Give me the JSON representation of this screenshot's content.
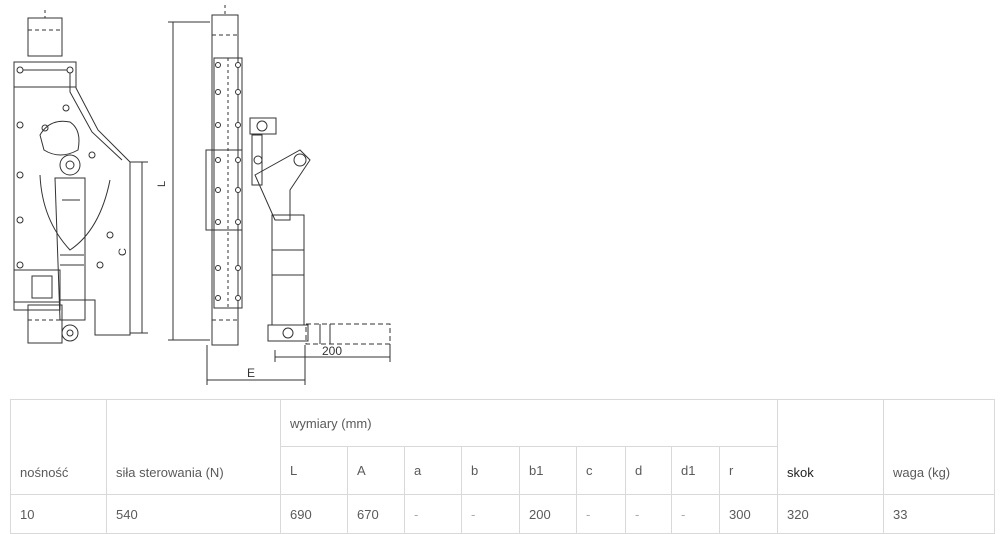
{
  "drawing": {
    "labels": {
      "L": "L",
      "C": "C",
      "E": "E",
      "handle_length": "200"
    }
  },
  "table": {
    "group_header": "wymiary (mm)",
    "headers": {
      "capacity": "nośność",
      "operating_force": "siła sterowania (N)",
      "L": "L",
      "A": "A",
      "a": "a",
      "b": "b",
      "b1": "b1",
      "c": "c",
      "d": "d",
      "d1": "d1",
      "r": "r",
      "stroke": "skok",
      "weight": "waga (kg)"
    },
    "row": {
      "capacity": "10",
      "operating_force": "540",
      "L": "690",
      "A": "670",
      "a": "-",
      "b": "-",
      "b1": "200",
      "c": "-",
      "d": "-",
      "d1": "-",
      "r": "300",
      "stroke": "320",
      "weight": "33"
    }
  }
}
